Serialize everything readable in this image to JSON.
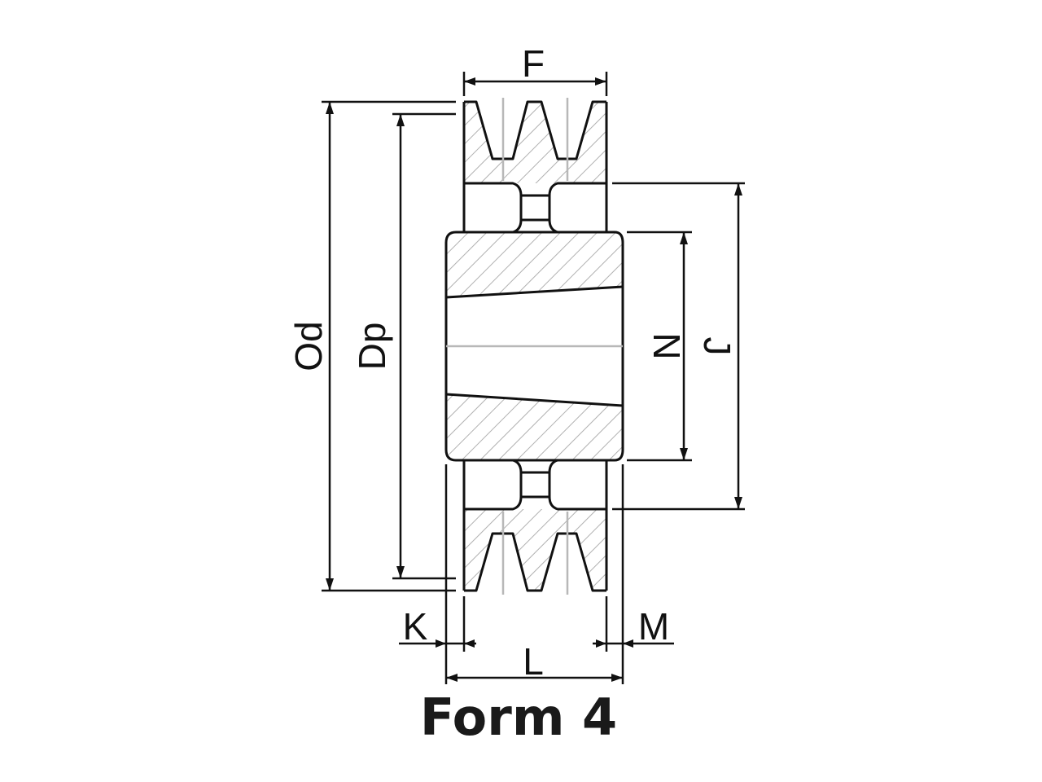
{
  "diagram": {
    "title": "Form 4",
    "dimensions": {
      "F": "F",
      "Od": "Od",
      "Dp": "Dp",
      "N": "N",
      "J": "J",
      "K": "K",
      "L": "L",
      "M": "M"
    },
    "colors": {
      "line": "#111111",
      "hatch": "#b0b0b0",
      "centerline": "#b8b8b8"
    }
  }
}
